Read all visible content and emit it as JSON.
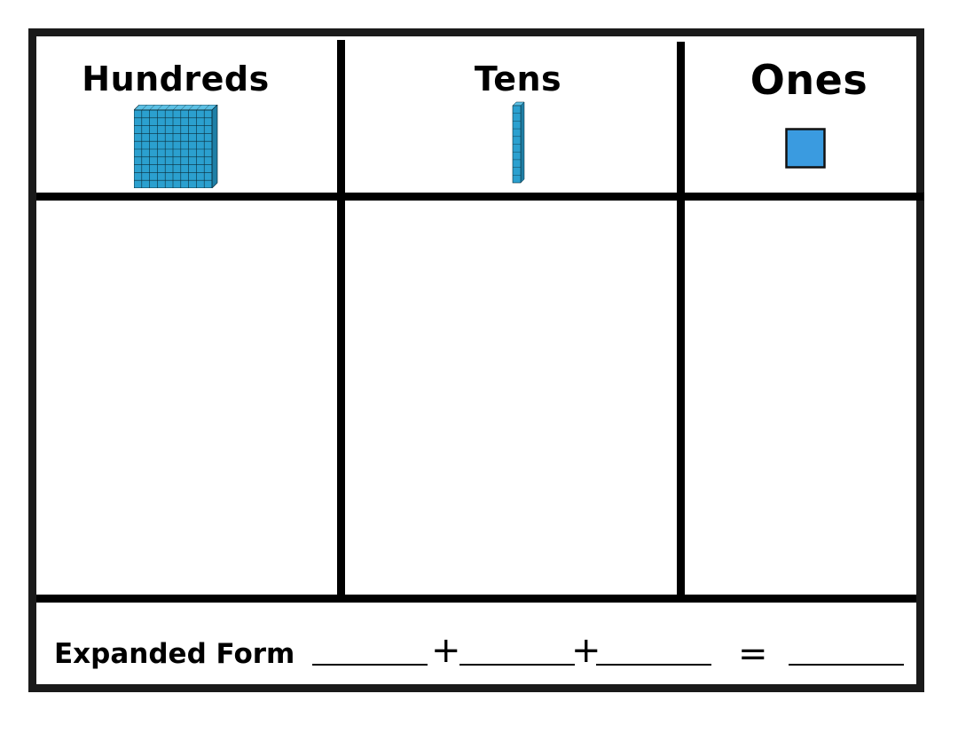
{
  "worksheet": {
    "columns": [
      {
        "label": "Hundreds",
        "icon": "hundreds-flat-block-icon"
      },
      {
        "label": "Tens",
        "icon": "tens-rod-block-icon"
      },
      {
        "label": "Ones",
        "icon": "ones-unit-cube-icon"
      }
    ],
    "expanded_form": {
      "label": "Expanded Form",
      "plus": "+",
      "equals": "="
    },
    "colors": {
      "block_fill": "#2ba0cf",
      "unit_fill": "#3a9be0",
      "border": "#1a1a1a"
    }
  }
}
